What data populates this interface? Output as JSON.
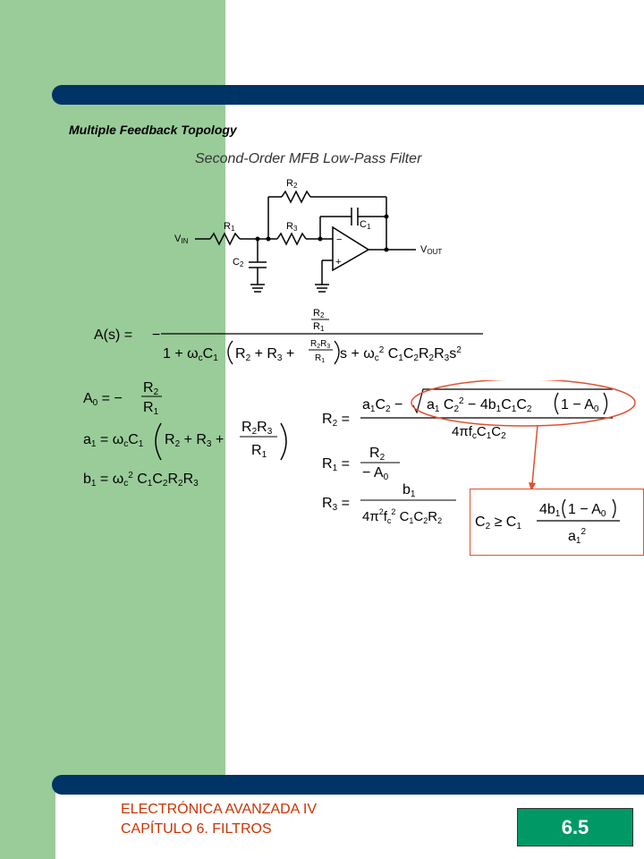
{
  "slide": {
    "topic": "Multiple Feedback Topology",
    "circuit_title": "Second-Order MFB Low-Pass Filter",
    "circuit_labels": {
      "r1": "R",
      "r1_sub": "1",
      "r2": "R",
      "r2_sub": "2",
      "r3": "R",
      "r3_sub": "3",
      "c1": "C",
      "c1_sub": "1",
      "c2": "C",
      "c2_sub": "2",
      "vin": "V",
      "vin_sub": "IN",
      "vout": "V",
      "vout_sub": "OUT"
    },
    "equations": {
      "transfer_lhs": "A(s) =",
      "a0_lhs": "A",
      "a1_lhs": "a",
      "b1_lhs": "b",
      "r1_lhs": "R",
      "r2_lhs": "R",
      "r3_lhs": "R",
      "c2_lhs": "C"
    },
    "footer": {
      "line1": "ELECTRÓNICA AVANZADA IV",
      "line2": "CAPÍTULO 6. FILTROS"
    },
    "page_number": "6.5"
  },
  "colors": {
    "sidebar": "#99cc99",
    "bar": "#003366",
    "footer_text": "#cc3300",
    "page_box": "#009966",
    "highlight": "#e05030"
  }
}
